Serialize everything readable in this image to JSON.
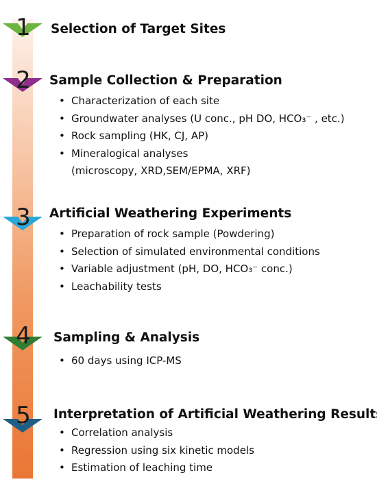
{
  "steps": [
    {
      "number": "1",
      "title": "Selection of Target Sites",
      "color": "#6cb33f",
      "bullets": []
    },
    {
      "number": "2",
      "title": "Sample Collection & Preparation",
      "color": "#8e2e8c",
      "bullets": [
        "Characterization of each site",
        "Groundwater analyses (U conc., pH DO, HCO₃⁻ , etc.)",
        "Rock sampling (HK, CJ, AP)",
        "Mineralogical analyses"
      ],
      "bullet_continuation": "(microscopy, XRD,SEM/EPMA, XRF)"
    },
    {
      "number": "3",
      "title": "Artificial Weathering Experiments",
      "color": "#2aa7d6",
      "bullets": [
        "Preparation of rock sample (Powdering)",
        "Selection of simulated environmental conditions",
        "Variable adjustment (pH, DO,  HCO₃⁻  conc.)",
        "Leachability tests"
      ]
    },
    {
      "number": "4",
      "title": "Sampling & Analysis",
      "color": "#2e7d32",
      "bullets": [
        "60 days using ICP-MS"
      ]
    },
    {
      "number": "5",
      "title": "Interpretation of Artificial Weathering Results",
      "color": "#1f5f86",
      "bullets": [
        "Correlation analysis",
        "Regression using six kinetic models",
        "Estimation of leaching time"
      ]
    }
  ]
}
